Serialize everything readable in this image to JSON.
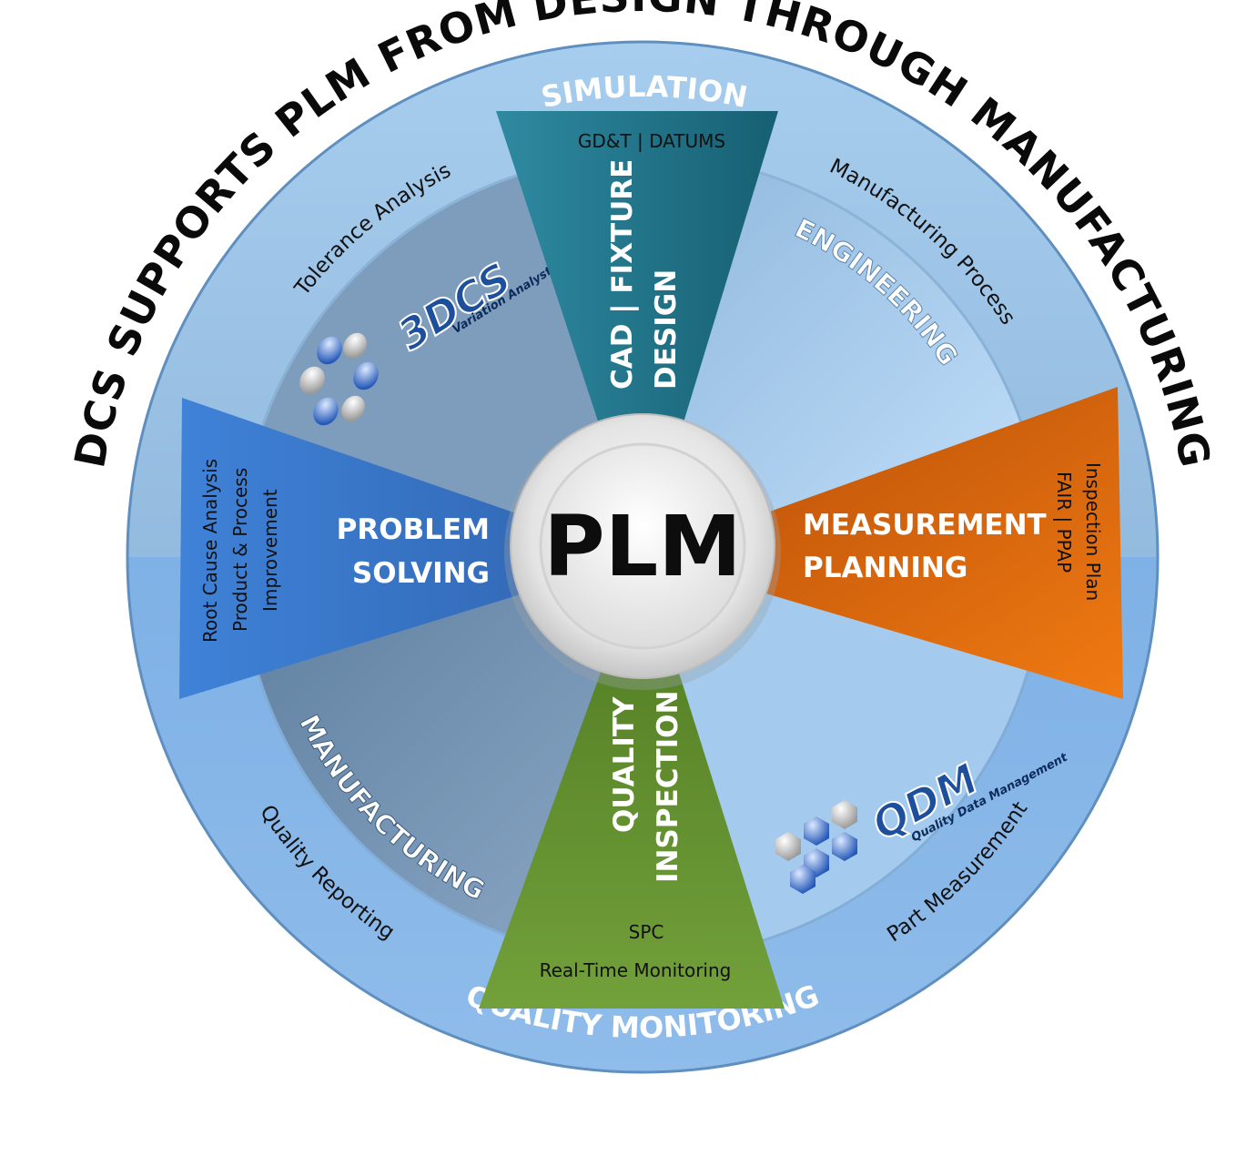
{
  "title": {
    "words": [
      "DCS",
      "SUPPORTS",
      "PLM",
      "FROM",
      "DESIGN",
      "THROUGH",
      "MANUFACTURING"
    ]
  },
  "center": {
    "label": "PLM"
  },
  "ring": {
    "top": "SIMULATION",
    "bottom": "QUALITY MONITORING",
    "top_left": "Tolerance Analysis",
    "top_right": "Manufacturing Process",
    "bottom_left": "Quality Reporting",
    "bottom_right": "Part Measurement"
  },
  "sectors": {
    "engineering": "ENGINEERING",
    "manufacturing": "MANUFACTURING"
  },
  "wedges": {
    "cad": {
      "top_text": "GD&T | DATUMS",
      "line1": "CAD | FIXTURE",
      "line2": "DESIGN",
      "color": "#1f7186"
    },
    "measurement": {
      "line1": "MEASUREMENT",
      "line2": "PLANNING",
      "side1": "Inspection Plan",
      "side2": "FAIR  |  PPAP",
      "color": "#e06a10"
    },
    "quality": {
      "line1": "QUALITY",
      "line2": "INSPECTION",
      "text1": "SPC",
      "text2": "Real-Time Monitoring",
      "color": "#5e8a2a"
    },
    "problem": {
      "line1": "PROBLEM",
      "line2": "SOLVING",
      "side1": "Root Cause Analysis",
      "side2": "Product & Process",
      "side3": "Improvement",
      "color": "#3b78c9"
    }
  },
  "logos": {
    "dcs": {
      "main": "3DCS",
      "sub": "Variation Analyst"
    },
    "qdm": {
      "main": "QDM",
      "sub": "Quality Data Management"
    }
  }
}
